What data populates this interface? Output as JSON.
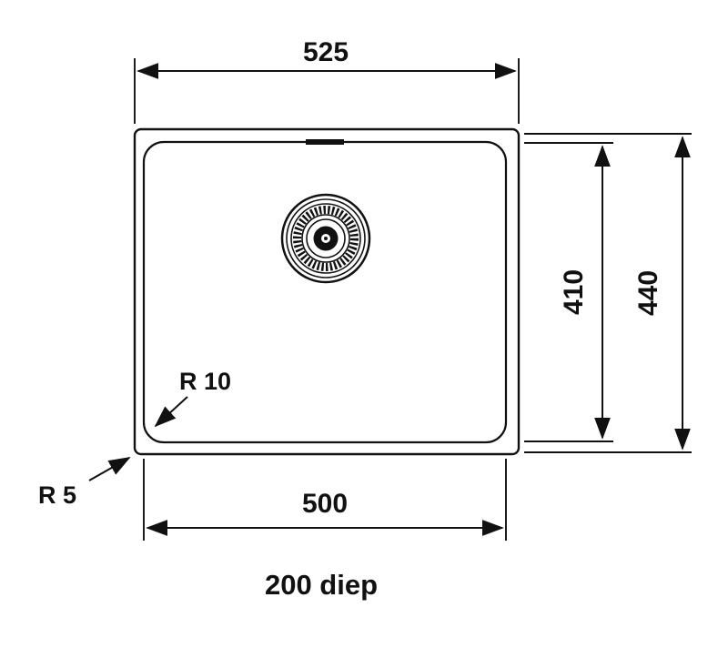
{
  "diagram": {
    "background_color": "#ffffff",
    "line_color": "#111111",
    "labels": {
      "outer_width": "525",
      "inner_width": "500",
      "inner_height": "410",
      "outer_height": "440",
      "inner_corner_radius": "R 10",
      "outer_corner_radius": "R 5",
      "depth_note": "200 diep"
    }
  }
}
